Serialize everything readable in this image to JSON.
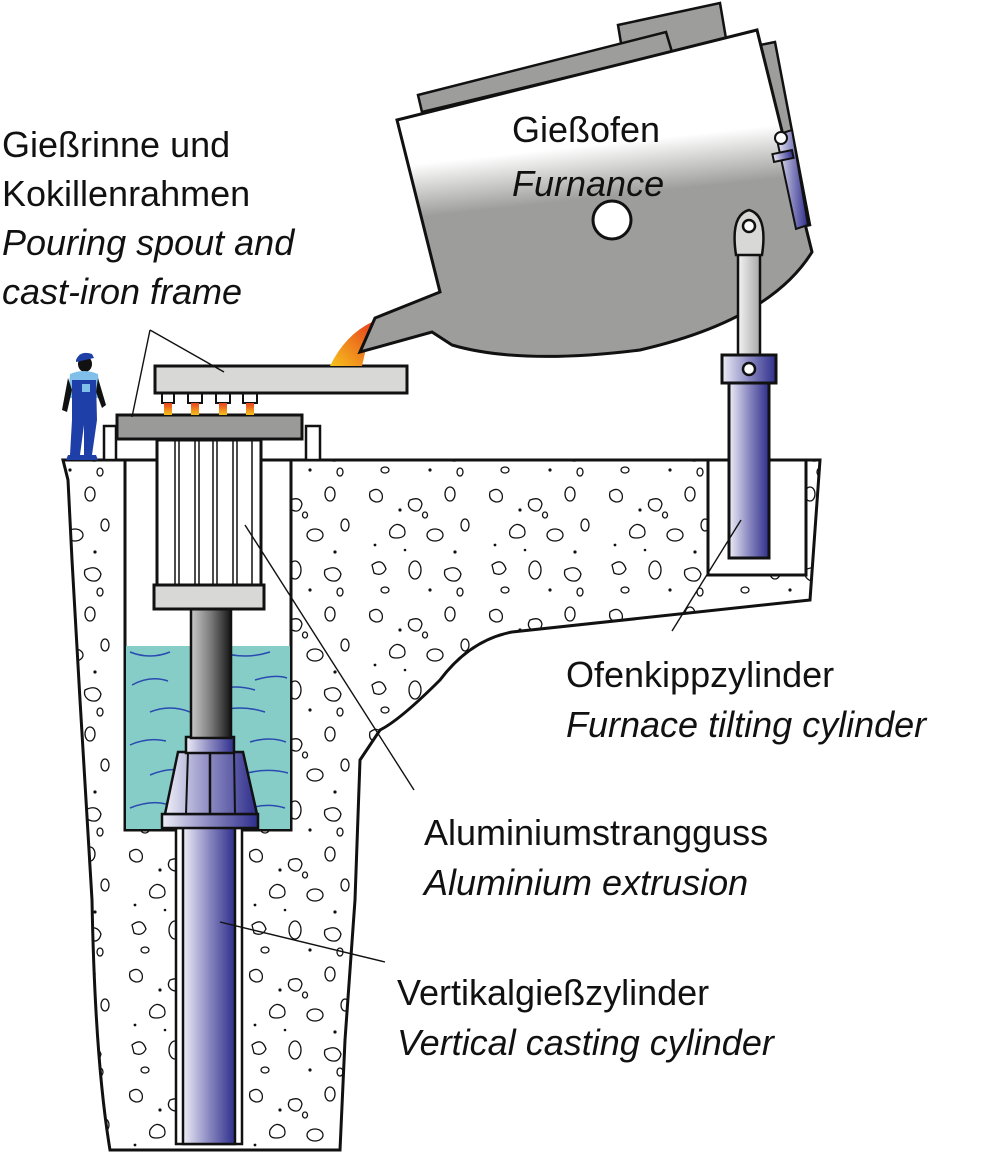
{
  "diagram": {
    "title": "Aluminium vertical casting plant",
    "labels": {
      "furnace": {
        "de": "Gießofen",
        "en": "Furnance"
      },
      "spout": {
        "de1": "Gießrinne und",
        "de2": "Kokillenrahmen",
        "en1": "Pouring spout and",
        "en2": "cast-iron frame"
      },
      "tilt_cylinder": {
        "de": "Ofenkippzylinder",
        "en": "Furnace tilting cylinder"
      },
      "extrusion": {
        "de": "Aluminiumstrangguss",
        "en": "Aluminium extrusion"
      },
      "casting_cylinder": {
        "de": "Vertikalgießzylinder",
        "en": "Vertical casting cylinder"
      }
    },
    "colors": {
      "furnace_gray": "#9d9d9b",
      "frame_light": "#d8d8d6",
      "frame_dark": "#9a9a98",
      "water": "#86cdc8",
      "cylinder_blue": "#3a3a96",
      "worker_blue": "#1f3fa8",
      "worker_shirt": "#7fbfea",
      "flame_orange": "#f0662a",
      "flame_yellow": "#f6c21c"
    }
  }
}
